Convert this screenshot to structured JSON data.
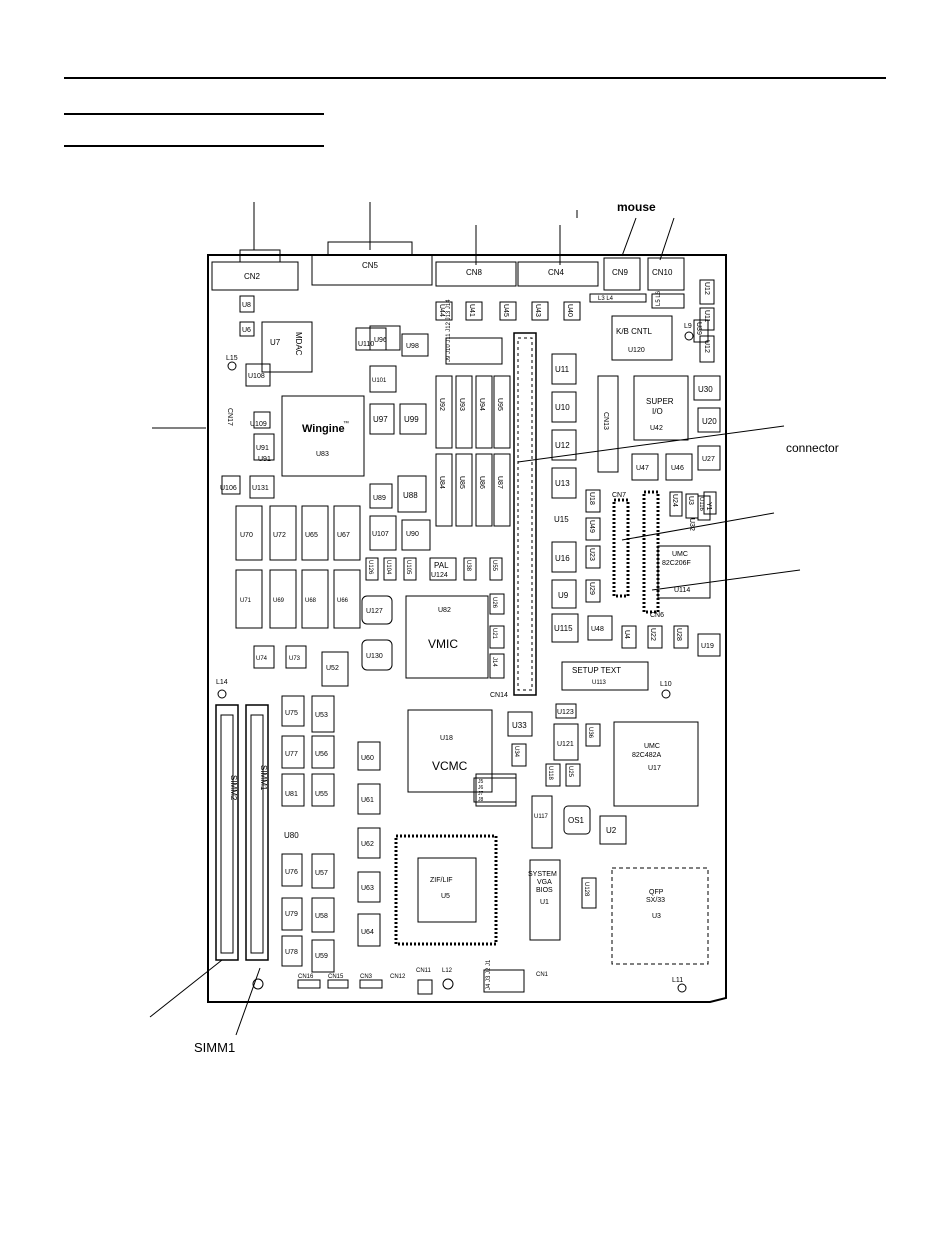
{
  "colors": {
    "ink": "#000000",
    "paper": "#ffffff"
  },
  "callouts": {
    "mouse": "mouse",
    "connector": "connector",
    "simm1": "SIMM1"
  },
  "chips": {
    "cn2": "CN2",
    "cn5": "CN5",
    "cn8": "CN8",
    "cn4": "CN4",
    "cn9": "CN9",
    "cn10": "CN10",
    "u12_top": "U12",
    "u11_top": "U11",
    "u12_mid": "U12",
    "u8": "U8",
    "u6": "U6",
    "u7": "U7",
    "mdac": "MDAC",
    "u110": "U110",
    "u96": "U96",
    "u98": "U98",
    "u44": "U44",
    "u41": "U41",
    "u45": "U45",
    "u43": "U43",
    "u40": "U40",
    "kb_cntl": "K/B CNTL",
    "u120": "U120",
    "u39": "U39",
    "l9": "L9",
    "l15": "L15",
    "u108": "U108",
    "u101": "U101",
    "u11": "U11",
    "u92": "U92",
    "u93": "U93",
    "u94": "U94",
    "u95": "U95",
    "cn13": "CN13",
    "super": "SUPER",
    "io": "I/O",
    "u42": "U42",
    "u30": "U30",
    "u109": "U109",
    "cn17": "CN17",
    "u91": "U91",
    "u91b": "U91",
    "wingine": "Wingine",
    "tm": "™",
    "u83": "U83",
    "u97": "U97",
    "u99": "U99",
    "u10": "U10",
    "u12": "U12",
    "u20": "U20",
    "connector_word": "connector",
    "u13": "U13",
    "u47": "U47",
    "u46": "U46",
    "u27": "U27",
    "u84": "U84",
    "u85": "U85",
    "u86": "U86",
    "u87": "U87",
    "u106": "U106",
    "u131": "U131",
    "u89": "U89",
    "u88": "U88",
    "cn7": "CN7",
    "u18": "U18",
    "u24": "U24",
    "u3x": "U3",
    "u116": "U116",
    "u32": "U32",
    "y1": "Y1",
    "u70": "U70",
    "u72": "U72",
    "u65": "U65",
    "u67": "U67",
    "u107": "U107",
    "u90": "U90",
    "u15": "U15",
    "u49": "U49",
    "umc1": "UMC",
    "umc1_part": "82C206F",
    "u114": "U114",
    "u126": "U126",
    "u104": "U104",
    "u105": "U105",
    "pal": "PAL",
    "u124": "U124",
    "u38": "U38",
    "u55b": "U55",
    "u16": "U16",
    "u23": "U23",
    "u71": "U71",
    "u69": "U69",
    "u68": "U68",
    "u66": "U66",
    "u127": "U127",
    "u82": "U82",
    "u26": "U26",
    "u9": "U9",
    "u29": "U29",
    "cn6": "CN6",
    "vmic": "VMIC",
    "u21": "U21",
    "u115": "U115",
    "u48": "U48",
    "u4": "U4",
    "u22": "U22",
    "u28": "U28",
    "u19": "U19",
    "u74": "U74",
    "u73": "U73",
    "u52": "U52",
    "u130": "U130",
    "j14": "J14",
    "setup": "SETUP TEXT",
    "u113": "U113",
    "cn14": "CN14",
    "l14": "L14",
    "l10": "L10",
    "u75": "U75",
    "u53": "U53",
    "u18b": "U18",
    "u33": "U33",
    "u123": "U123",
    "umc2": "UMC",
    "umc2_part": "82C482A",
    "u17": "U17",
    "u77": "U77",
    "u56": "U56",
    "u60": "U60",
    "vcmc": "VCMC",
    "u34": "U34",
    "u121": "U121",
    "u36": "U36",
    "u81": "U81",
    "u55": "U55",
    "u61": "U61",
    "j5": "J5",
    "j6": "J6",
    "j7": "J7",
    "j8": "J8",
    "u118": "U118",
    "u25": "U25",
    "simm2": "SIMM2",
    "simm1_slot": "SIMM1",
    "u80": "U80",
    "u117": "U117",
    "os1": "OS1",
    "u2": "U2",
    "u62": "U62",
    "u76": "U76",
    "u57": "U57",
    "zif": "ZIF/LIF",
    "u5": "U5",
    "sys1": "SYSTEM",
    "sys2": "VGA",
    "sys3": "BIOS",
    "u1": "U1",
    "u63": "U63",
    "u128": "U128",
    "qfp": "QFP",
    "qfp_part": "SX/33",
    "u3": "U3",
    "u79": "U79",
    "u58": "U58",
    "u64": "U64",
    "u78": "U78",
    "u59": "U59",
    "l11": "L11",
    "cn16": "CN16",
    "cn15": "CN15",
    "cn3": "CN3",
    "cn12": "CN12",
    "cn11": "CN11",
    "l12": "L12",
    "cn1": "CN1",
    "j9_12": "J9 J10 J11 J12 J13 J14",
    "j13_14": "L3 L4",
    "l5l6": "L5 L6",
    "j1_4": "J4 J3 J2 J1"
  }
}
